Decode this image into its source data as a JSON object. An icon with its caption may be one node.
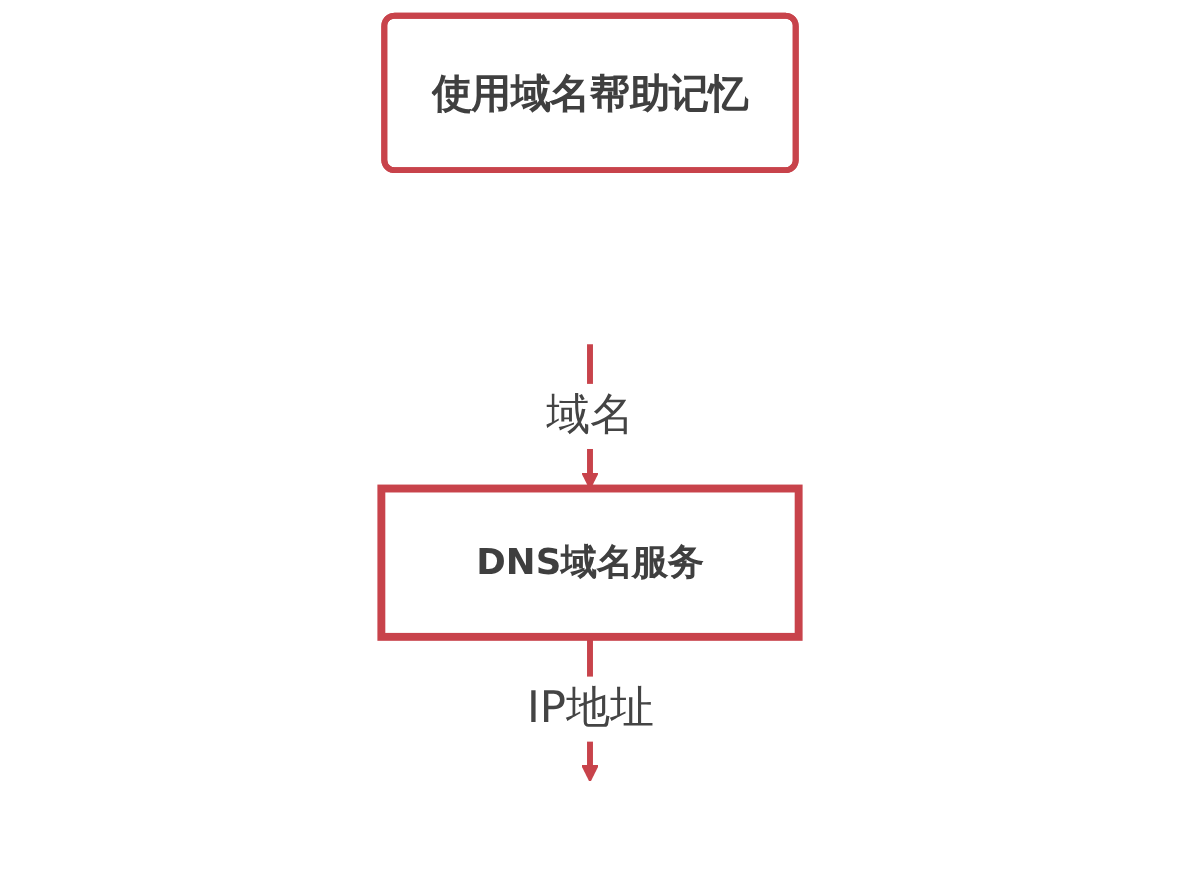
{
  "diagram": {
    "nodes": [
      {
        "text": [
          "使用域名帮助记忆"
        ]
      },
      {
        "text": [
          "DNS域名服务"
        ]
      }
    ],
    "edges": [
      {
        "from": null,
        "to": 1,
        "arrow": "to",
        "label": "域名"
      },
      {
        "from": 1,
        "to": null,
        "arrow": "to",
        "label": "IP地址"
      }
    ]
  }
}
